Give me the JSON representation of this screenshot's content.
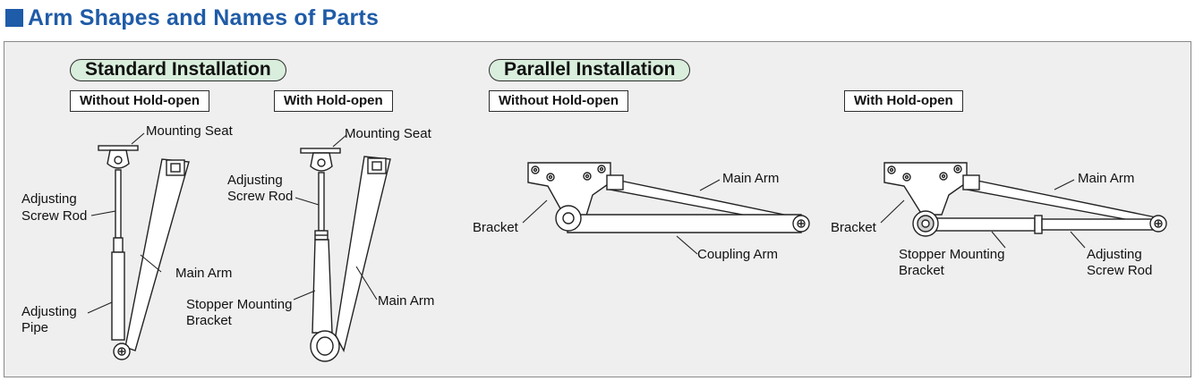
{
  "header": {
    "title": "Arm Shapes and Names of Parts"
  },
  "sections": {
    "standard": {
      "title": "Standard Installation",
      "without": "Without Hold-open",
      "with": "With Hold-open"
    },
    "parallel": {
      "title": "Parallel Installation",
      "without": "Without Hold-open",
      "with": "With Hold-open"
    }
  },
  "labels": {
    "std_without": {
      "mounting_seat": "Mounting Seat",
      "adjusting_screw_rod_1": "Adjusting",
      "adjusting_screw_rod_2": "Screw Rod",
      "main_arm": "Main Arm",
      "adjusting_pipe_1": "Adjusting",
      "adjusting_pipe_2": "Pipe"
    },
    "std_with": {
      "mounting_seat": "Mounting Seat",
      "adjusting_screw_rod_1": "Adjusting",
      "adjusting_screw_rod_2": "Screw Rod",
      "stopper_1": "Stopper Mounting",
      "stopper_2": "Bracket",
      "main_arm": "Main Arm"
    },
    "par_without": {
      "main_arm": "Main Arm",
      "bracket": "Bracket",
      "coupling_arm": "Coupling Arm"
    },
    "par_with": {
      "main_arm": "Main Arm",
      "bracket": "Bracket",
      "stopper_1": "Stopper Mounting",
      "stopper_2": "Bracket",
      "adjusting_screw_rod_1": "Adjusting",
      "adjusting_screw_rod_2": "Screw Rod"
    }
  }
}
